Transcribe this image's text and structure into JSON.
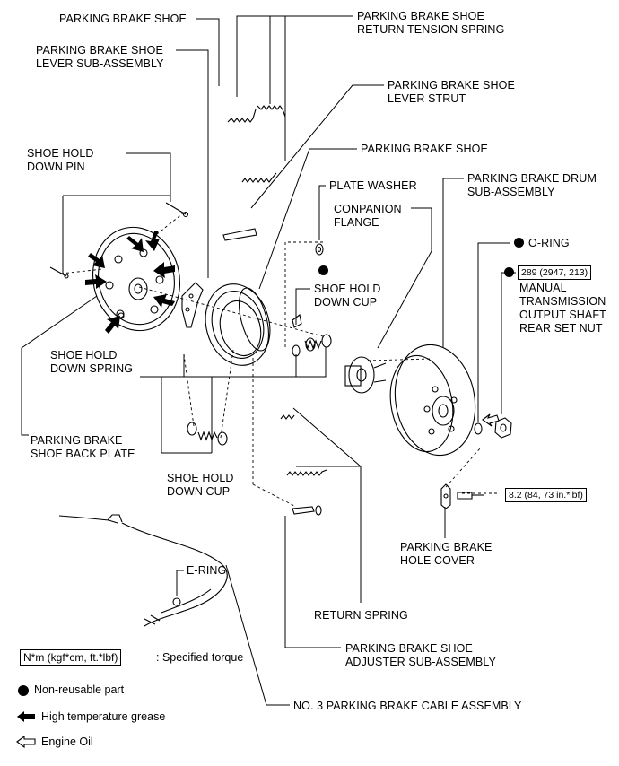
{
  "labels": {
    "parking_brake_shoe_top": "PARKING BRAKE SHOE",
    "return_tension_spring": [
      "PARKING BRAKE SHOE",
      "RETURN TENSION SPRING"
    ],
    "lever_sub_assembly": [
      "PARKING BRAKE SHOE",
      "LEVER SUB-ASSEMBLY"
    ],
    "lever_strut": [
      "PARKING BRAKE SHOE",
      "LEVER STRUT"
    ],
    "parking_brake_shoe_mid": "PARKING BRAKE SHOE",
    "shoe_hold_down_pin": [
      "SHOE HOLD",
      "DOWN PIN"
    ],
    "plate_washer": "PLATE WASHER",
    "drum_sub_assembly": [
      "PARKING BRAKE DRUM",
      "SUB-ASSEMBLY"
    ],
    "companion_flange": [
      "CONPANION",
      "FLANGE"
    ],
    "o_ring": "O-RING",
    "shoe_hold_down_cup_upper": [
      "SHOE HOLD",
      "DOWN CUP"
    ],
    "rear_set_nut": [
      "MANUAL",
      "TRANSMISSION",
      "OUTPUT SHAFT",
      "REAR SET NUT"
    ],
    "shoe_hold_down_spring": [
      "SHOE HOLD",
      "DOWN SPRING"
    ],
    "shoe_back_plate": [
      "PARKING BRAKE",
      "SHOE BACK PLATE"
    ],
    "shoe_hold_down_cup_lower": [
      "SHOE HOLD",
      "DOWN CUP"
    ],
    "hole_cover": [
      "PARKING BRAKE",
      "HOLE COVER"
    ],
    "e_ring": "E-RING",
    "return_spring": "RETURN SPRING",
    "adjuster_sub_assembly": [
      "PARKING BRAKE SHOE",
      "ADJUSTER SUB-ASSEMBLY"
    ],
    "cable_assembly": "NO. 3 PARKING BRAKE CABLE ASSEMBLY"
  },
  "torque": {
    "rear_set_nut": "289 (2947, 213)",
    "hole_cover_bolt": "8.2 (84, 73 in.*lbf)"
  },
  "legend": {
    "torque_box": "N*m (kgf*cm, ft.*lbf)",
    "torque_text": ": Specified torque",
    "non_reusable": "Non-reusable part",
    "high_temp_grease": "High temperature grease",
    "engine_oil": "Engine Oil"
  },
  "icons": {
    "non_reusable": "filled-circle-icon",
    "grease": "filled-arrow-icon",
    "oil": "outline-arrow-icon"
  }
}
